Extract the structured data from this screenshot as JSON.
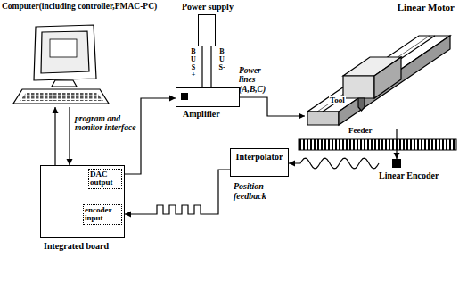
{
  "diagram": {
    "nodes": [
      {
        "text": [
          "Computer(including controller,PMAC-PC)"
        ]
      },
      {
        "text": [
          "Power supply"
        ]
      },
      {
        "text": [
          "Amplifier"
        ]
      },
      {
        "text": [
          "Linear Motor"
        ]
      },
      {
        "text": [
          "DAC output",
          "encoder input",
          "Integrated board"
        ]
      },
      {
        "text": [
          "Interpolator"
        ]
      },
      {
        "text": [
          "Linear Encoder"
        ]
      }
    ],
    "edges": [
      {
        "from": 4,
        "to": 0,
        "arrow": "to"
      },
      {
        "from": 0,
        "to": 4,
        "arrow": "to"
      },
      {
        "from": 1,
        "to": 2,
        "arrow": "none"
      },
      {
        "from": 1,
        "to": 2,
        "arrow": "none"
      },
      {
        "from": 4,
        "to": 2,
        "arrow": "to"
      },
      {
        "from": 2,
        "to": 3,
        "label": "Power lines (A,B,C)",
        "arrow": "to"
      },
      {
        "from": 3,
        "to": 6,
        "arrow": "to"
      },
      {
        "from": 6,
        "to": 5,
        "arrow": "to"
      },
      {
        "from": 5,
        "to": 4,
        "arrow": "to"
      }
    ],
    "labels": [
      "program and monitor interface",
      "BUS+",
      "BUS-",
      "Tool",
      "Feeder",
      "Position feedback"
    ]
  }
}
